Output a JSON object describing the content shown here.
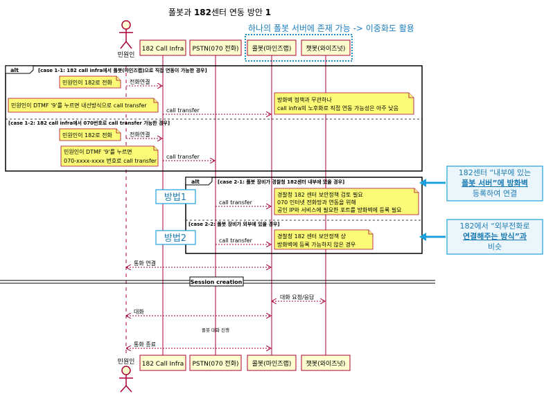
{
  "title_prefix": "폴봇과 ",
  "title_bold": "182",
  "title_suffix": "센터 연동 방안 ",
  "title_bold2": "1",
  "group_caption": "하나의 폴봇 서버에 존재 가능 -> 이중화도 활용",
  "participants": {
    "actor": "민원인",
    "p1": "182 Call Infra",
    "p2": "PSTN(070 전화)",
    "p3": "콜봇(마인즈랩)",
    "p4": "챗봇(와이즈넛)"
  },
  "alt1": {
    "tag": "alt",
    "case1": "[case 1-1: 182 call infra에서 폴봇(마인즈랩)으로 직접 연동이 가능한 경우]",
    "note_a": "민원인이 182로 전화",
    "msg_a": "전화연결",
    "note_b": "민원인이 DTMF '9'를 누르면 내선방식으로 call transfer",
    "msg_b": "call transfer",
    "note_c1": "방화벽 정책과 무관하나",
    "note_c2": "call infra의 노후화로 직접 연동 가능성은 아주 낮음",
    "case2": "[case 1-2: 182 call infra에서 070번호로 call transfer 가능한 경우]",
    "note_d": "민원인이 182로 전화",
    "msg_d": "전화연결",
    "note_e1": "민원인이 DTMF '9'를 누르면",
    "note_e2": "070-xxxx-xxxx 번호로 call transfer",
    "msg_e": "call transfer"
  },
  "alt2": {
    "tag": "alt",
    "case1": "[case 2-1: 폴봇 장비가 경찰청 182센터 내부에 있을 경우]",
    "method1": "방법1",
    "msg_a": "call transfer",
    "note_a1": "경찰청 182 센터 보안정책 검토 필요",
    "note_a2": "070 인터넷 전화망과 연동을 위해",
    "note_a3": "공인 IP와 서비스에 필요한 포트를 방화벽에 등록 필요",
    "case2": "[case 2-2: 폴봇 장비가 외부에 있을 경우]",
    "method2": "방법2",
    "msg_b": "call transfer",
    "note_b1": "경찰청 182 센터 보안정책 상",
    "note_b2": "방화벽에 등록 가능하지 않은 경우"
  },
  "callout1": {
    "line1": "182센터 “내부에 있는",
    "line2": "폴봇 서버”에 방화벽",
    "line3": "등록하여 연결"
  },
  "callout2": {
    "line1": "182에서 “외부전화로",
    "line2": "연결해주는 방식”과",
    "line3": "비슷"
  },
  "msgs": {
    "call_connected": "통화 연결",
    "session": "Session creation",
    "chat_req": "대화 요청/응답",
    "talk": "대화",
    "pollbot_talk": "폴봇 대화 진행",
    "call_end": "통화 종료"
  }
}
